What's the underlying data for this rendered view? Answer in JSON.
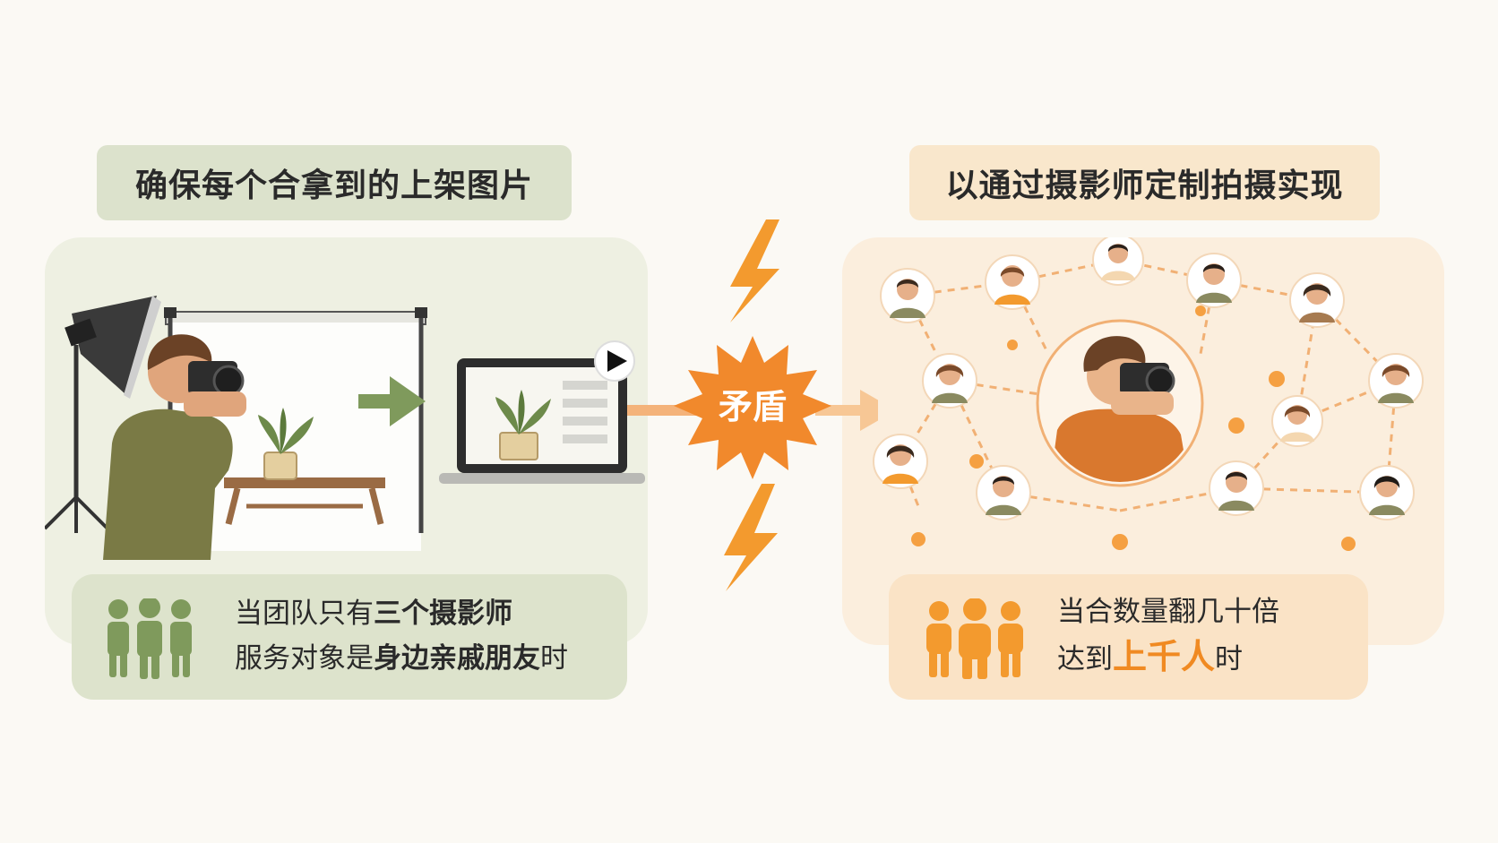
{
  "left": {
    "label": "确保每个合拿到的上架图片",
    "info_line1_a": "当团队只有",
    "info_line1_b": "三个摄影师",
    "info_line2_a": "服务对象是",
    "info_line2_b": "身边亲戚朋友",
    "info_line2_c": "时"
  },
  "center": {
    "label": "矛盾"
  },
  "right": {
    "label": "以通过摄影师定制拍摄实现",
    "info_line1": "当合数量翻几十倍",
    "info_line2_a": "达到",
    "info_line2_b": "上千人",
    "info_line2_c": "时"
  },
  "colors": {
    "green_accent": "#7f9a5c",
    "orange_accent": "#f08a22",
    "burst": "#f1892c"
  },
  "icons": [
    "studio-light-icon",
    "photographer-icon",
    "backdrop-stand-icon",
    "plant-table-icon",
    "arrow-right-icon",
    "laptop-icon",
    "play-icon",
    "lightning-icon",
    "burst-icon",
    "people-group-icon",
    "network-icon",
    "avatar-icon"
  ]
}
